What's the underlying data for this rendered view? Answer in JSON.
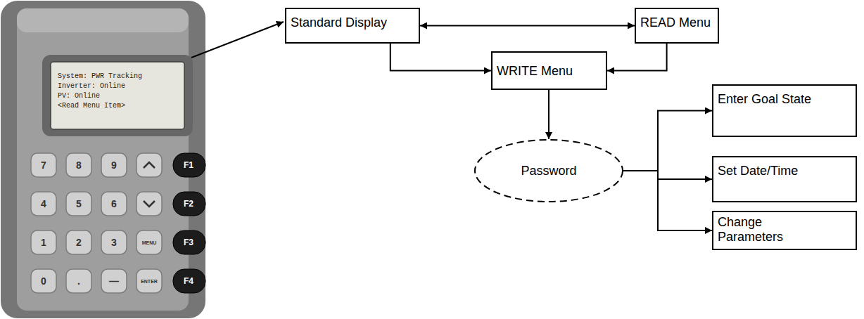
{
  "diagram": {
    "nodes": [
      {
        "text": [
          "Standard Display"
        ]
      },
      {
        "text": [
          "READ Menu"
        ]
      },
      {
        "text": [
          "WRITE Menu"
        ]
      },
      {
        "text": [
          "Password"
        ]
      },
      {
        "text": [
          "Enter Goal State"
        ]
      },
      {
        "text": [
          "Set Date/Time"
        ]
      },
      {
        "text": [
          "Change Parameters"
        ]
      }
    ],
    "edges": [
      {
        "from": 0,
        "to": 1,
        "arrow": "both"
      },
      {
        "from": 0,
        "to": 2,
        "arrow": "to"
      },
      {
        "from": 1,
        "to": 2,
        "arrow": "to"
      },
      {
        "from": 2,
        "to": 3,
        "arrow": "to"
      },
      {
        "from": 3,
        "to": 4,
        "arrow": "to"
      },
      {
        "from": 3,
        "to": 5,
        "arrow": "to"
      },
      {
        "from": 3,
        "to": 6,
        "arrow": "to"
      }
    ],
    "labels": [
      "System: PWR Tracking",
      "Inverter: Online",
      "PV: Online",
      "<Read Menu Item>",
      "7",
      "8",
      "9",
      "F1",
      "4",
      "5",
      "6",
      "F2",
      "1",
      "2",
      "3",
      "MENU",
      "F3",
      "0",
      ".",
      "—",
      "ENTER",
      "F4"
    ]
  }
}
